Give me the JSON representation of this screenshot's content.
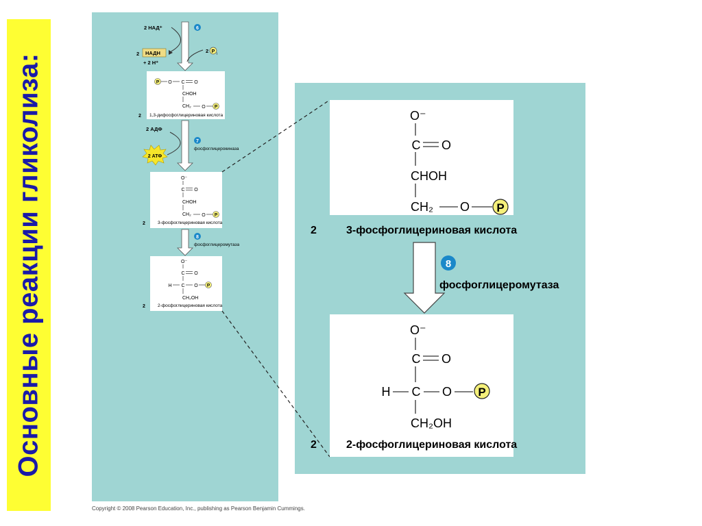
{
  "side_title": "Основные реакции гликолиза:",
  "copyright": "Copyright © 2008 Pearson Education, Inc., publishing as Pearson Benjamin Cummings.",
  "colors": {
    "panel": "#9fd5d3",
    "title_bg": "#fefe33",
    "title_text": "#1a1aa8",
    "step_circle": "#1a88c9",
    "phosphate": "#f5f07a",
    "atp_burst": "#f6e62a"
  },
  "small": {
    "nad_in": "2 НАД⁺",
    "nadh_coef": "2",
    "nadh": "НАДН",
    "h_plus": "+ 2 H⁺",
    "pi": "2",
    "pi_sym": "P",
    "pi_sub": "i",
    "step6": "6",
    "adp": "2 АДФ",
    "atp": "2 АТФ",
    "step7": "7",
    "enzyme7": "фосфоглицерокиназа",
    "step8": "8",
    "enzyme8": "фосфоглицеромутаза",
    "m1": {
      "coef": "2",
      "name": "1,3-дифосфоглицериновая кислота",
      "l1_o": "O",
      "l1_c": "C",
      "l1_o2": "O",
      "l2": "CHOH",
      "l3_ch": "CH₂",
      "l3_o": "O"
    },
    "m2": {
      "coef": "2",
      "name": "3-фосфоглицериновая кислота",
      "l0": "O⁻",
      "l1_c": "C",
      "l1_o": "O",
      "l2": "CHOH",
      "l3_ch": "CH₂",
      "l3_o": "O"
    },
    "m3": {
      "coef": "2",
      "name": "2-фосфоглицериновая кислота",
      "l0": "O⁻",
      "l1_c": "C",
      "l1_o": "O",
      "l2_h": "H",
      "l2_c": "C",
      "l2_o": "O",
      "l3": "CH₂OH"
    }
  },
  "zoom": {
    "top": {
      "coef": "2",
      "name": "3-фосфоглицериновая кислота",
      "o_minus": "O⁻",
      "c": "C",
      "o": "O",
      "chohl": "CHOH",
      "ch2": "CH₂",
      "ester_o": "O",
      "p": "P"
    },
    "step": "8",
    "enzyme": "фосфоглицеромутаза",
    "bottom": {
      "coef": "2",
      "name": "2-фосфоглицериновая кислота",
      "o_minus": "O⁻",
      "c": "C",
      "o": "O",
      "h": "H",
      "c2": "C",
      "ester_o": "O",
      "p": "P",
      "ch2oh": "CH₂OH"
    }
  }
}
